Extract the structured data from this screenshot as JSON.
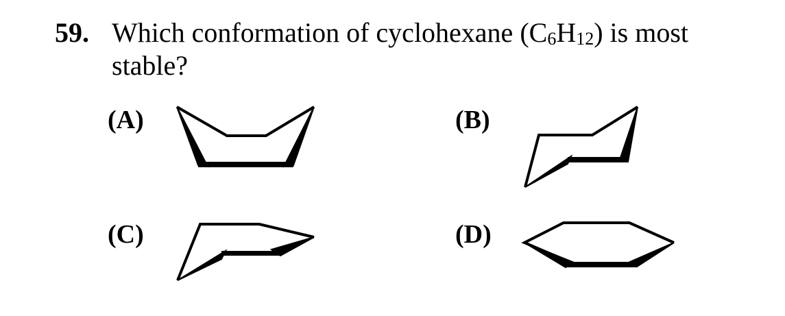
{
  "question": {
    "number": "59.",
    "text_before": "Which conformation of cyclohexane (C",
    "sub_6": "6",
    "text_h": "H",
    "sub_12": "12",
    "text_after": ") is most stable?"
  },
  "options": [
    {
      "label": "(A)",
      "conformation_icon": "boat-conformation"
    },
    {
      "label": "(B)",
      "conformation_icon": "chair-conformation"
    },
    {
      "label": "(C)",
      "conformation_icon": "half-chair-conformation"
    },
    {
      "label": "(D)",
      "conformation_icon": "planar-hexagon-conformation"
    }
  ],
  "colors": {
    "ink": "#000000",
    "background": "#ffffff"
  }
}
